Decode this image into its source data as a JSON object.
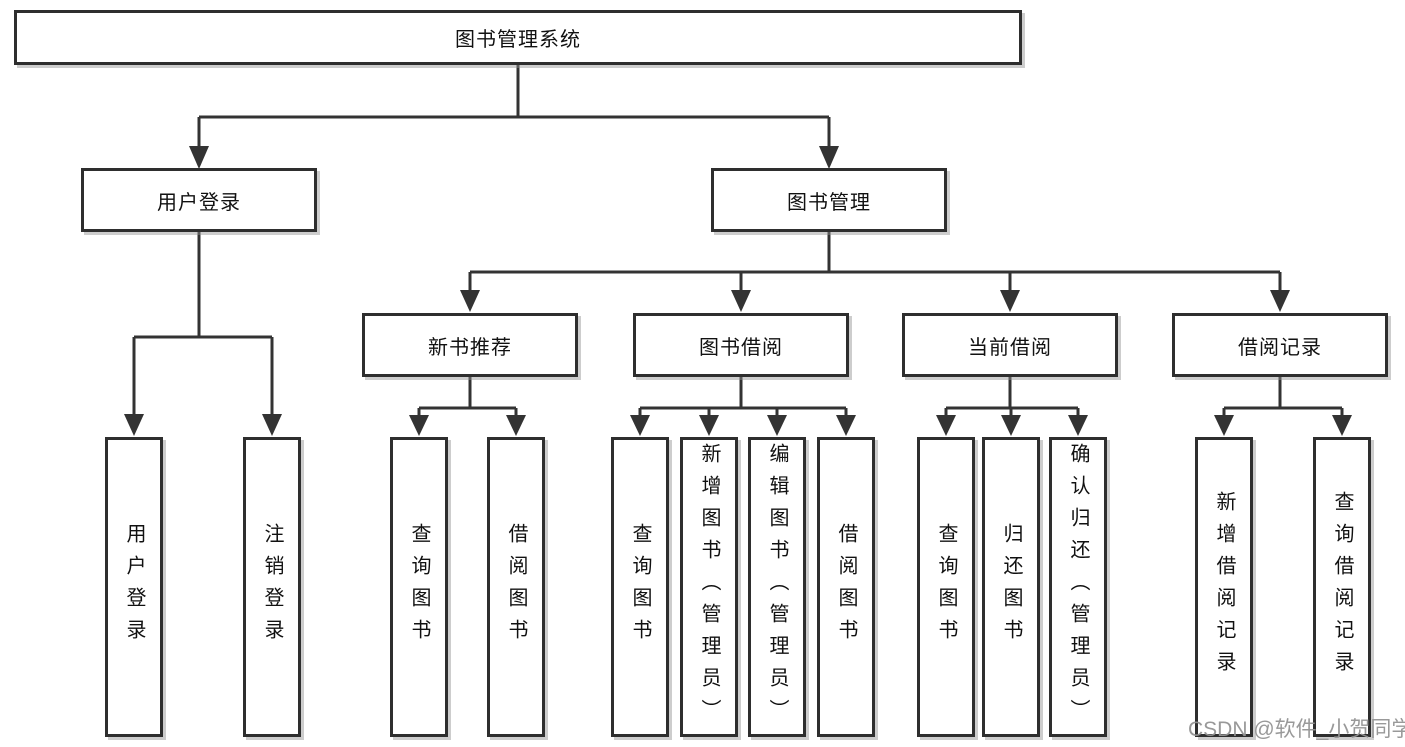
{
  "tree": {
    "root": {
      "label": "图书管理系统"
    },
    "level2": [
      {
        "label": "用户登录",
        "leaves": [
          {
            "label": "用户登录"
          },
          {
            "label": "注销登录"
          }
        ]
      },
      {
        "label": "图书管理",
        "children": [
          {
            "label": "新书推荐",
            "leaves": [
              {
                "label": "查询图书"
              },
              {
                "label": "借阅图书"
              }
            ]
          },
          {
            "label": "图书借阅",
            "leaves": [
              {
                "label": "查询图书"
              },
              {
                "label": "新增图书（管理员）"
              },
              {
                "label": "编辑图书（管理员）"
              },
              {
                "label": "借阅图书"
              }
            ]
          },
          {
            "label": "当前借阅",
            "leaves": [
              {
                "label": "查询图书"
              },
              {
                "label": "归还图书"
              },
              {
                "label": "确认归还（管理员）"
              }
            ]
          },
          {
            "label": "借阅记录",
            "leaves": [
              {
                "label": "新增借阅记录"
              },
              {
                "label": "查询借阅记录"
              }
            ]
          }
        ]
      }
    ]
  },
  "watermark": {
    "text": "CSDN @软件_小贺同学"
  },
  "colors": {
    "line": "#333333",
    "box_border": "#2e2e2e",
    "box_fill": "#ffffff",
    "text": "#111111",
    "watermark": "#949494",
    "background": "#ffffff"
  }
}
